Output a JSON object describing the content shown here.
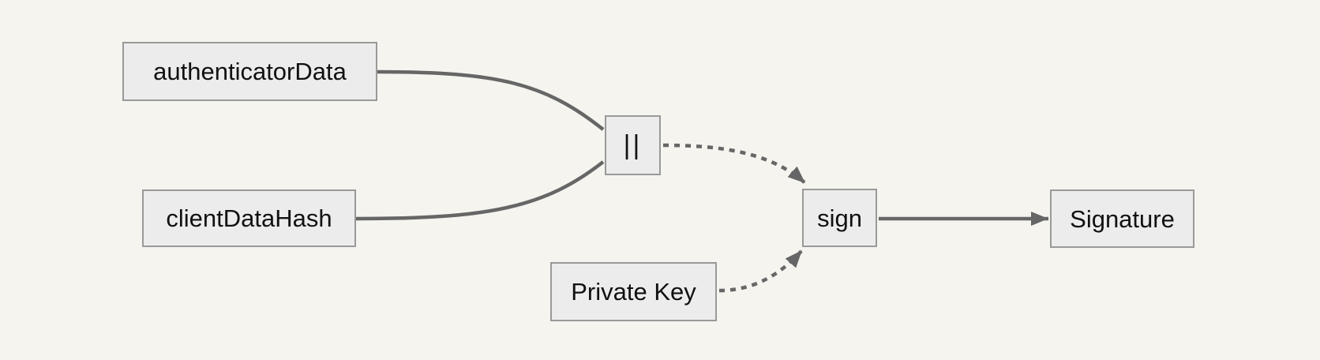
{
  "diagram": {
    "type": "flowchart",
    "description": "Signature generation flow: authenticatorData and clientDataHash are concatenated, then signed with a private key to produce a signature",
    "nodes": {
      "authenticatorData": {
        "label": "authenticatorData"
      },
      "clientDataHash": {
        "label": "clientDataHash"
      },
      "concat": {
        "label": "||"
      },
      "sign": {
        "label": "sign"
      },
      "privateKey": {
        "label": "Private Key"
      },
      "signature": {
        "label": "Signature"
      }
    },
    "edges": [
      {
        "from": "authenticatorData",
        "to": "concat",
        "style": "solid",
        "arrowhead": false
      },
      {
        "from": "clientDataHash",
        "to": "concat",
        "style": "solid",
        "arrowhead": false
      },
      {
        "from": "concat",
        "to": "sign",
        "style": "dotted",
        "arrowhead": true
      },
      {
        "from": "privateKey",
        "to": "sign",
        "style": "dotted",
        "arrowhead": true
      },
      {
        "from": "sign",
        "to": "signature",
        "style": "solid",
        "arrowhead": true
      }
    ],
    "colors": {
      "background": "#f5f4ef",
      "node_fill": "#ececec",
      "node_border": "#999999",
      "edge": "#666666",
      "text": "#111111"
    }
  }
}
